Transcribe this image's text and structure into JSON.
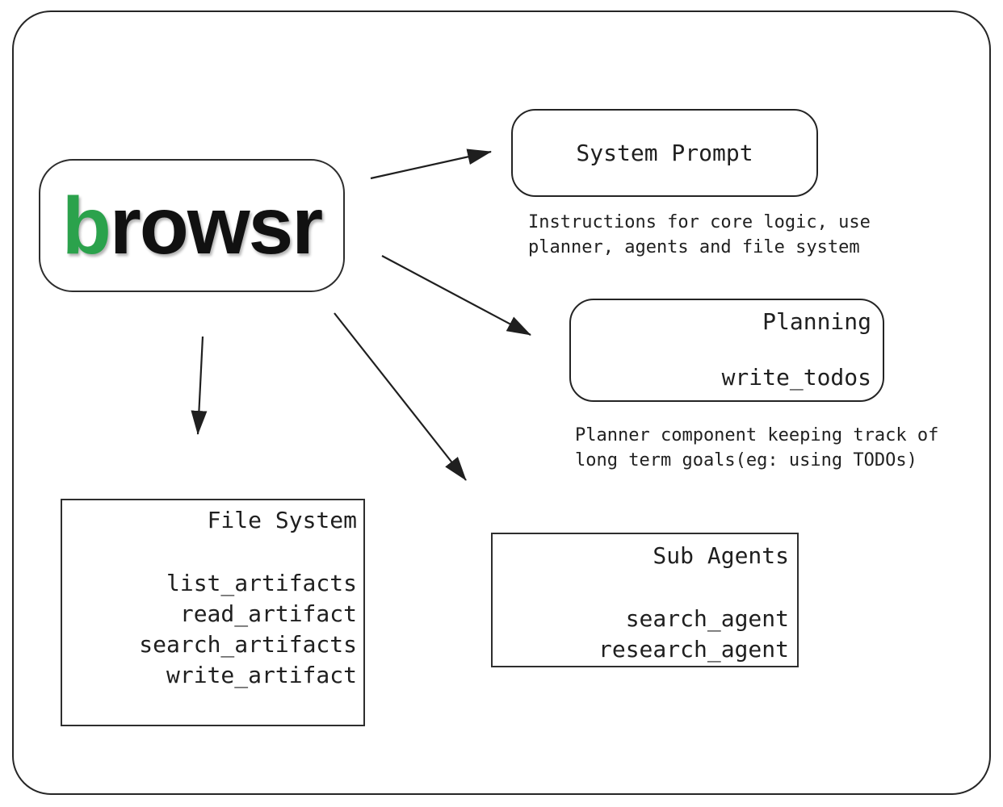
{
  "logo": {
    "prefix": "b",
    "rest": "rowsr"
  },
  "system_prompt": {
    "title": "System Prompt",
    "caption": [
      "Instructions for core logic, use",
      "planner, agents and file system"
    ]
  },
  "planning": {
    "title": "Planning",
    "tool": "write_todos",
    "caption": [
      "Planner component keeping track of",
      "long term goals(eg: using TODOs)"
    ]
  },
  "file_system": {
    "title": "File System",
    "tools": [
      "list_artifacts",
      "read_artifact",
      "search_artifacts",
      "write_artifact"
    ]
  },
  "sub_agents": {
    "title": "Sub Agents",
    "tools": [
      "search_agent",
      "research_agent"
    ]
  },
  "colors": {
    "accent_green": "#2ba24c",
    "ink": "#1f1f1f"
  }
}
